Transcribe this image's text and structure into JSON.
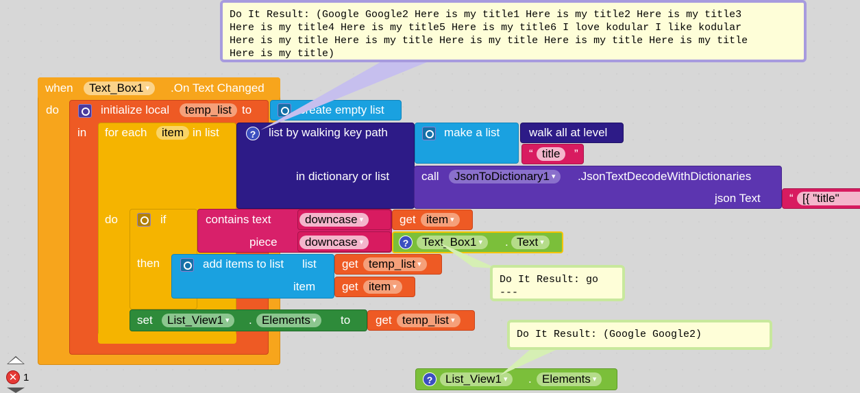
{
  "event": {
    "when": "when",
    "component": "Text_Box1",
    "event_name": ".On Text Changed",
    "do": "do"
  },
  "init_local": {
    "label": "initialize local",
    "var": "temp_list",
    "to": "to",
    "in": "in"
  },
  "create_list": "create empty list",
  "for_each": {
    "label": "for each",
    "var": "item",
    "in_list": "in list",
    "do": "do"
  },
  "walk": {
    "label": "list by walking key path",
    "dict_label": "in dictionary or list"
  },
  "make_list": "make a list",
  "walk_all": "walk all at level",
  "title_str": {
    "open": "“",
    "text": "title",
    "close": "”"
  },
  "call": {
    "label": "call",
    "component": "JsonToDictionary1",
    "method": ".JsonTextDecodeWithDictionaries",
    "json_label": "json Text"
  },
  "json_str": {
    "open": "“",
    "text": "[{       \"title\""
  },
  "if_block": {
    "label": "if",
    "then": "then"
  },
  "contains": {
    "label": "contains  text",
    "piece": "piece"
  },
  "downcase": [
    "downcase",
    "downcase"
  ],
  "get_item": {
    "label": "get",
    "var": "item"
  },
  "textbox_text": {
    "component": "Text_Box1",
    "dot": ".",
    "prop": "Text"
  },
  "add_items": {
    "label": "add items to list",
    "list": "list",
    "item": "item"
  },
  "get_temp": {
    "label": "get",
    "var": "temp_list"
  },
  "get_item2": {
    "label": "get",
    "var": "item"
  },
  "set_block": {
    "label": "set",
    "component": "List_View1",
    "dot": ".",
    "prop": "Elements",
    "to": "to"
  },
  "get_temp2": {
    "label": "get",
    "var": "temp_list"
  },
  "listview_getter": {
    "component": "List_View1",
    "dot": ".",
    "prop": "Elements"
  },
  "bubbles": {
    "main": "Do It Result: (Google Google2 Here is my title1 Here is my title2 Here is my title3\nHere is my title4 Here is my title5 Here is my title6 I love kodular I like kodular\nHere is my title Here is my title Here is my title Here is my title Here is my title\nHere is my title)",
    "go": "Do It Result: go\n---",
    "google": "Do It Result: (Google Google2)"
  },
  "warnings": {
    "error_count": "1"
  },
  "colors": {
    "event": "#f7a51c",
    "variable": "#ee5a24",
    "list": "#1aa1e0",
    "control": "#f5b400",
    "dictionary": "#2d1b87",
    "component": "#5c35b0",
    "text": "#d81b60",
    "logic": "#d8206a",
    "setter": "#2e8b3a",
    "getter": "#7bbf3a"
  }
}
